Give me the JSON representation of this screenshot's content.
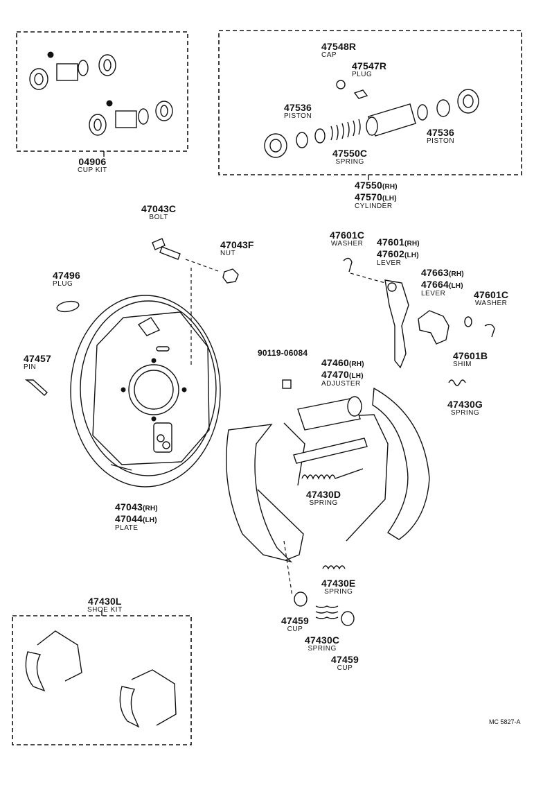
{
  "parts": {
    "p04906": {
      "number": "04906",
      "name": "CUP KIT"
    },
    "p47548R": {
      "number": "47548R",
      "name": "CAP"
    },
    "p47547R": {
      "number": "47547R",
      "name": "PLUG"
    },
    "p47536a": {
      "number": "47536",
      "name": "PISTON"
    },
    "p47536b": {
      "number": "47536",
      "name": "PISTON"
    },
    "p47550C": {
      "number": "47550C",
      "name": "SPRING"
    },
    "p47550": {
      "number": "47550",
      "suffix": "(RH)",
      "number2": "47570",
      "suffix2": "(LH)",
      "name": "CYLINDER"
    },
    "p47043C": {
      "number": "47043C",
      "name": "BOLT"
    },
    "p47043F": {
      "number": "47043F",
      "name": "NUT"
    },
    "p47496": {
      "number": "47496",
      "name": "PLUG"
    },
    "p47457": {
      "number": "47457",
      "name": "PIN"
    },
    "p90119": {
      "number": "90119-06084"
    },
    "p47601Ca": {
      "number": "47601C",
      "name": "WASHER"
    },
    "p47601": {
      "number": "47601",
      "suffix": "(RH)",
      "number2": "47602",
      "suffix2": "(LH)",
      "name": "LEVER"
    },
    "p47663": {
      "number": "47663",
      "suffix": "(RH)",
      "number2": "47664",
      "suffix2": "(LH)",
      "name": "LEVER"
    },
    "p47601Cb": {
      "number": "47601C",
      "name": "WASHER"
    },
    "p47601B": {
      "number": "47601B",
      "name": "SHIM"
    },
    "p47460": {
      "number": "47460",
      "suffix": "(RH)",
      "number2": "47470",
      "suffix2": "(LH)",
      "name": "ADJUSTER"
    },
    "p47430G": {
      "number": "47430G",
      "name": "SPRING"
    },
    "p47043": {
      "number": "47043",
      "suffix": "(RH)",
      "number2": "47044",
      "suffix2": "(LH)",
      "name": "PLATE"
    },
    "p47430D": {
      "number": "47430D",
      "name": "SPRING"
    },
    "p47430E": {
      "number": "47430E",
      "name": "SPRING"
    },
    "p47430L": {
      "number": "47430L",
      "name": "SHOE KIT"
    },
    "p47459a": {
      "number": "47459",
      "name": "CUP"
    },
    "p47430C": {
      "number": "47430C",
      "name": "SPRING"
    },
    "p47459b": {
      "number": "47459",
      "name": "CUP"
    }
  },
  "diagram_code": "MC 5827-A"
}
